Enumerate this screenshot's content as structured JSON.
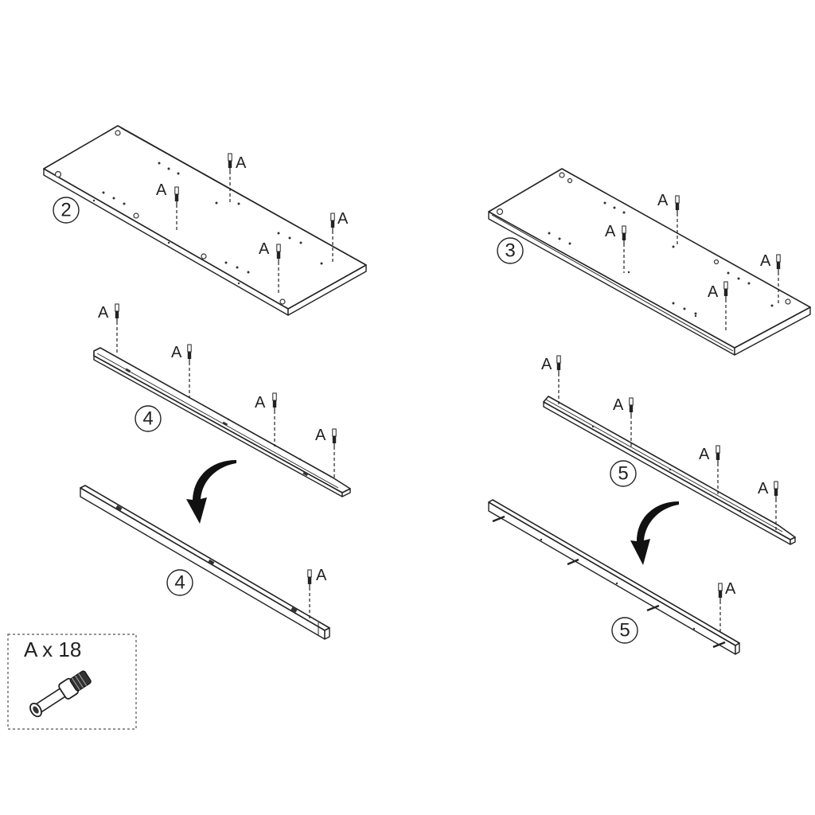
{
  "parts": {
    "panel_2": {
      "number": "2"
    },
    "panel_3": {
      "number": "3"
    },
    "rail_4_top": {
      "number": "4"
    },
    "rail_4_bottom": {
      "number": "4"
    },
    "rail_5_top": {
      "number": "5"
    },
    "rail_5_bottom": {
      "number": "5"
    }
  },
  "fastener_label": "A",
  "hardware": {
    "label": "A x 18",
    "icon": "cam-dowel-icon"
  },
  "colors": {
    "line": "#222222",
    "background": "#ffffff"
  }
}
